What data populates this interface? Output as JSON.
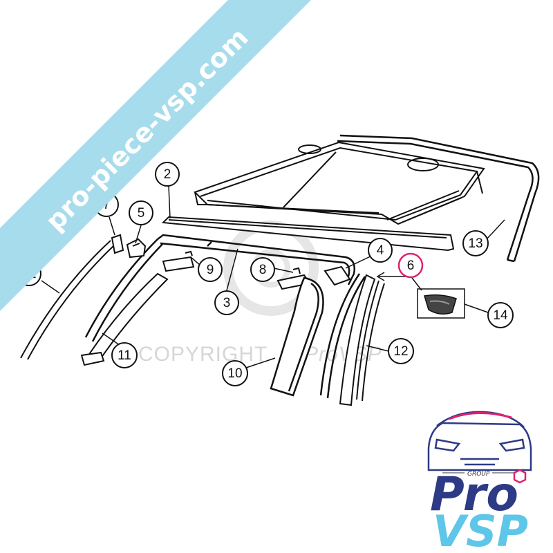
{
  "banner": {
    "text": "pro-piece-vsp.com",
    "color": "#a6dcec"
  },
  "watermark": {
    "text": "COPYRIGHT",
    "brand": "ProVSP",
    "color": "#d6d6d6"
  },
  "callouts": [
    {
      "label": "12"
    },
    {
      "label": "7"
    },
    {
      "label": "5"
    },
    {
      "label": "2"
    },
    {
      "label": "11"
    },
    {
      "label": "9"
    },
    {
      "label": "3"
    },
    {
      "label": "8"
    },
    {
      "label": "10"
    },
    {
      "label": "4"
    },
    {
      "label": "6"
    },
    {
      "label": "12"
    },
    {
      "label": "14"
    },
    {
      "label": "13"
    }
  ],
  "highlight_color": "#e0206e",
  "logo": {
    "group": "GROUP",
    "pro": "Pro",
    "vsp": "VSP",
    "colors": {
      "pro": "#2d3a86",
      "vsp": "#5ec6e8",
      "accent": "#e0206e",
      "car": "#2d3a86"
    }
  }
}
